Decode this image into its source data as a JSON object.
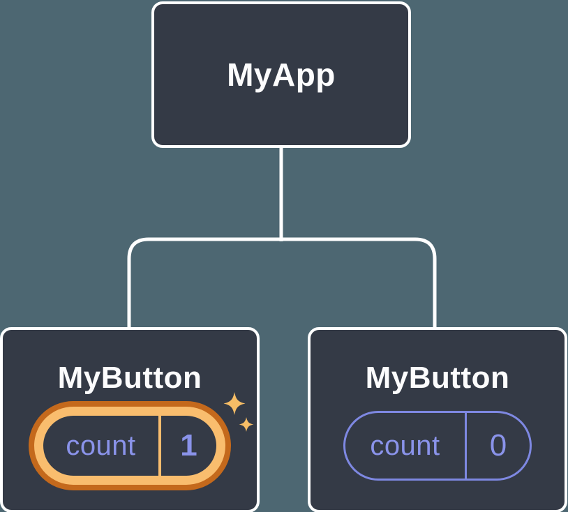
{
  "diagram": {
    "title": "react-component-tree-state-diagram",
    "root": {
      "label": "MyApp"
    },
    "children": [
      {
        "label": "MyButton",
        "state": {
          "key": "count",
          "value": "1"
        },
        "highlighted": true,
        "icon": "sparkle-icon"
      },
      {
        "label": "MyButton",
        "state": {
          "key": "count",
          "value": "0"
        },
        "highlighted": false
      }
    ],
    "colors": {
      "background": "#4d6772",
      "node_fill": "#343a46",
      "node_border": "#ffffff",
      "label_text": "#fcfcfd",
      "state_text": "#8a93ea",
      "state_border": "#7e88e2",
      "highlight_outer": "#c4691c",
      "highlight_inner": "#f9bd6e",
      "sparkle": "#f6bd66"
    }
  }
}
